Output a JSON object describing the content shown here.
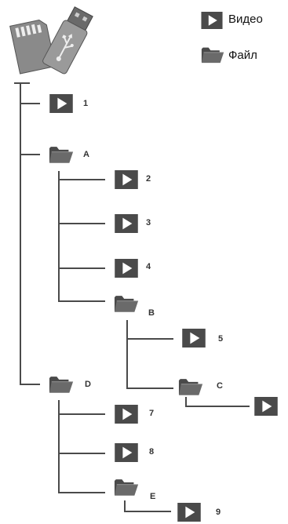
{
  "legend": {
    "video_label": "Видео",
    "file_label": "Файл"
  },
  "storage_icon": "sd-card-and-usb-drive-icon",
  "tree": {
    "video_1": "1",
    "folder_a": "A",
    "video_2": "2",
    "video_3": "3",
    "video_4": "4",
    "folder_b": "B",
    "video_5": "5",
    "folder_c": "C",
    "folder_d": "D",
    "video_7": "7",
    "video_8": "8",
    "folder_e": "E",
    "video_9": "9"
  },
  "colors": {
    "icon": "#4a4a4a",
    "line": "#4a4a4a",
    "background": "#ffffff"
  }
}
